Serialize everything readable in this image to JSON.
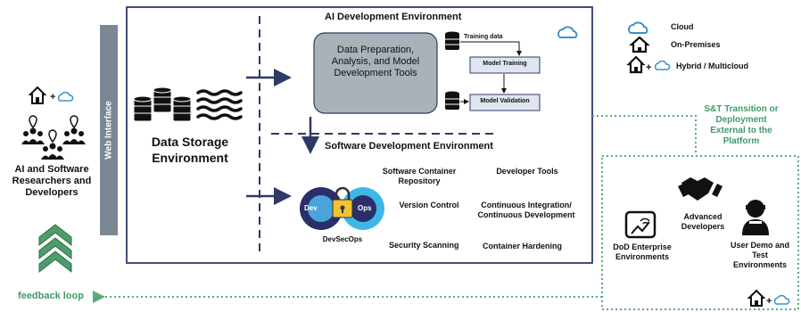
{
  "left": {
    "researchers_label": "AI and Software Researchers and Developers",
    "feedback_label": "feedback loop"
  },
  "web_interface": {
    "label": "Web Interface"
  },
  "platform": {
    "data_storage": {
      "label": "Data Storage Environment"
    },
    "ai_dev": {
      "title": "AI Development Environment",
      "tools_label": "Data Preparation, Analysis, and Model Development Tools",
      "training_data_label": "Training data",
      "model_training_label": "Model Training",
      "model_validation_label": "Model Validation"
    },
    "software_dev": {
      "title": "Software Development Environment",
      "devsecops_label": "DevSecOps",
      "dev_text": "Dev",
      "ops_text": "Ops",
      "items": [
        "Software Container Repository",
        "Developer Tools",
        "Version Control",
        "Continuous Integration/ Continuous Development",
        "Security Scanning",
        "Container Hardening"
      ]
    }
  },
  "legend": {
    "cloud": "Cloud",
    "on_premises": "On-Premises",
    "hybrid": "Hybrid / Multicloud"
  },
  "transition": {
    "label": "S&T Transition or Deployment External to the Platform"
  },
  "external": {
    "dod": "DoD Enterprise Environments",
    "advanced": "Advanced Developers",
    "user_demo": "User Demo and Test Environments"
  },
  "colors": {
    "navy": "#2e3a66",
    "green": "#5aab7c",
    "cloud_blue": "#3a93c9",
    "tools_gray": "#a9b2b8",
    "legend_text_green": "#3f9a6a"
  }
}
